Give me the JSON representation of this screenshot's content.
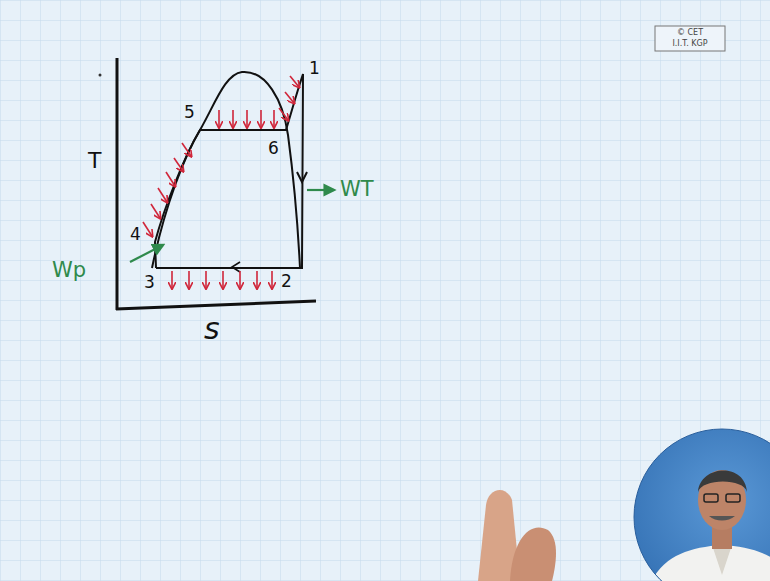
{
  "diagram": {
    "labels": [
      "T",
      "s",
      "1",
      "2",
      "3",
      "4",
      "5",
      "6",
      "WT",
      "Wp",
      "© CET",
      "I.I.T. KGP"
    ]
  }
}
